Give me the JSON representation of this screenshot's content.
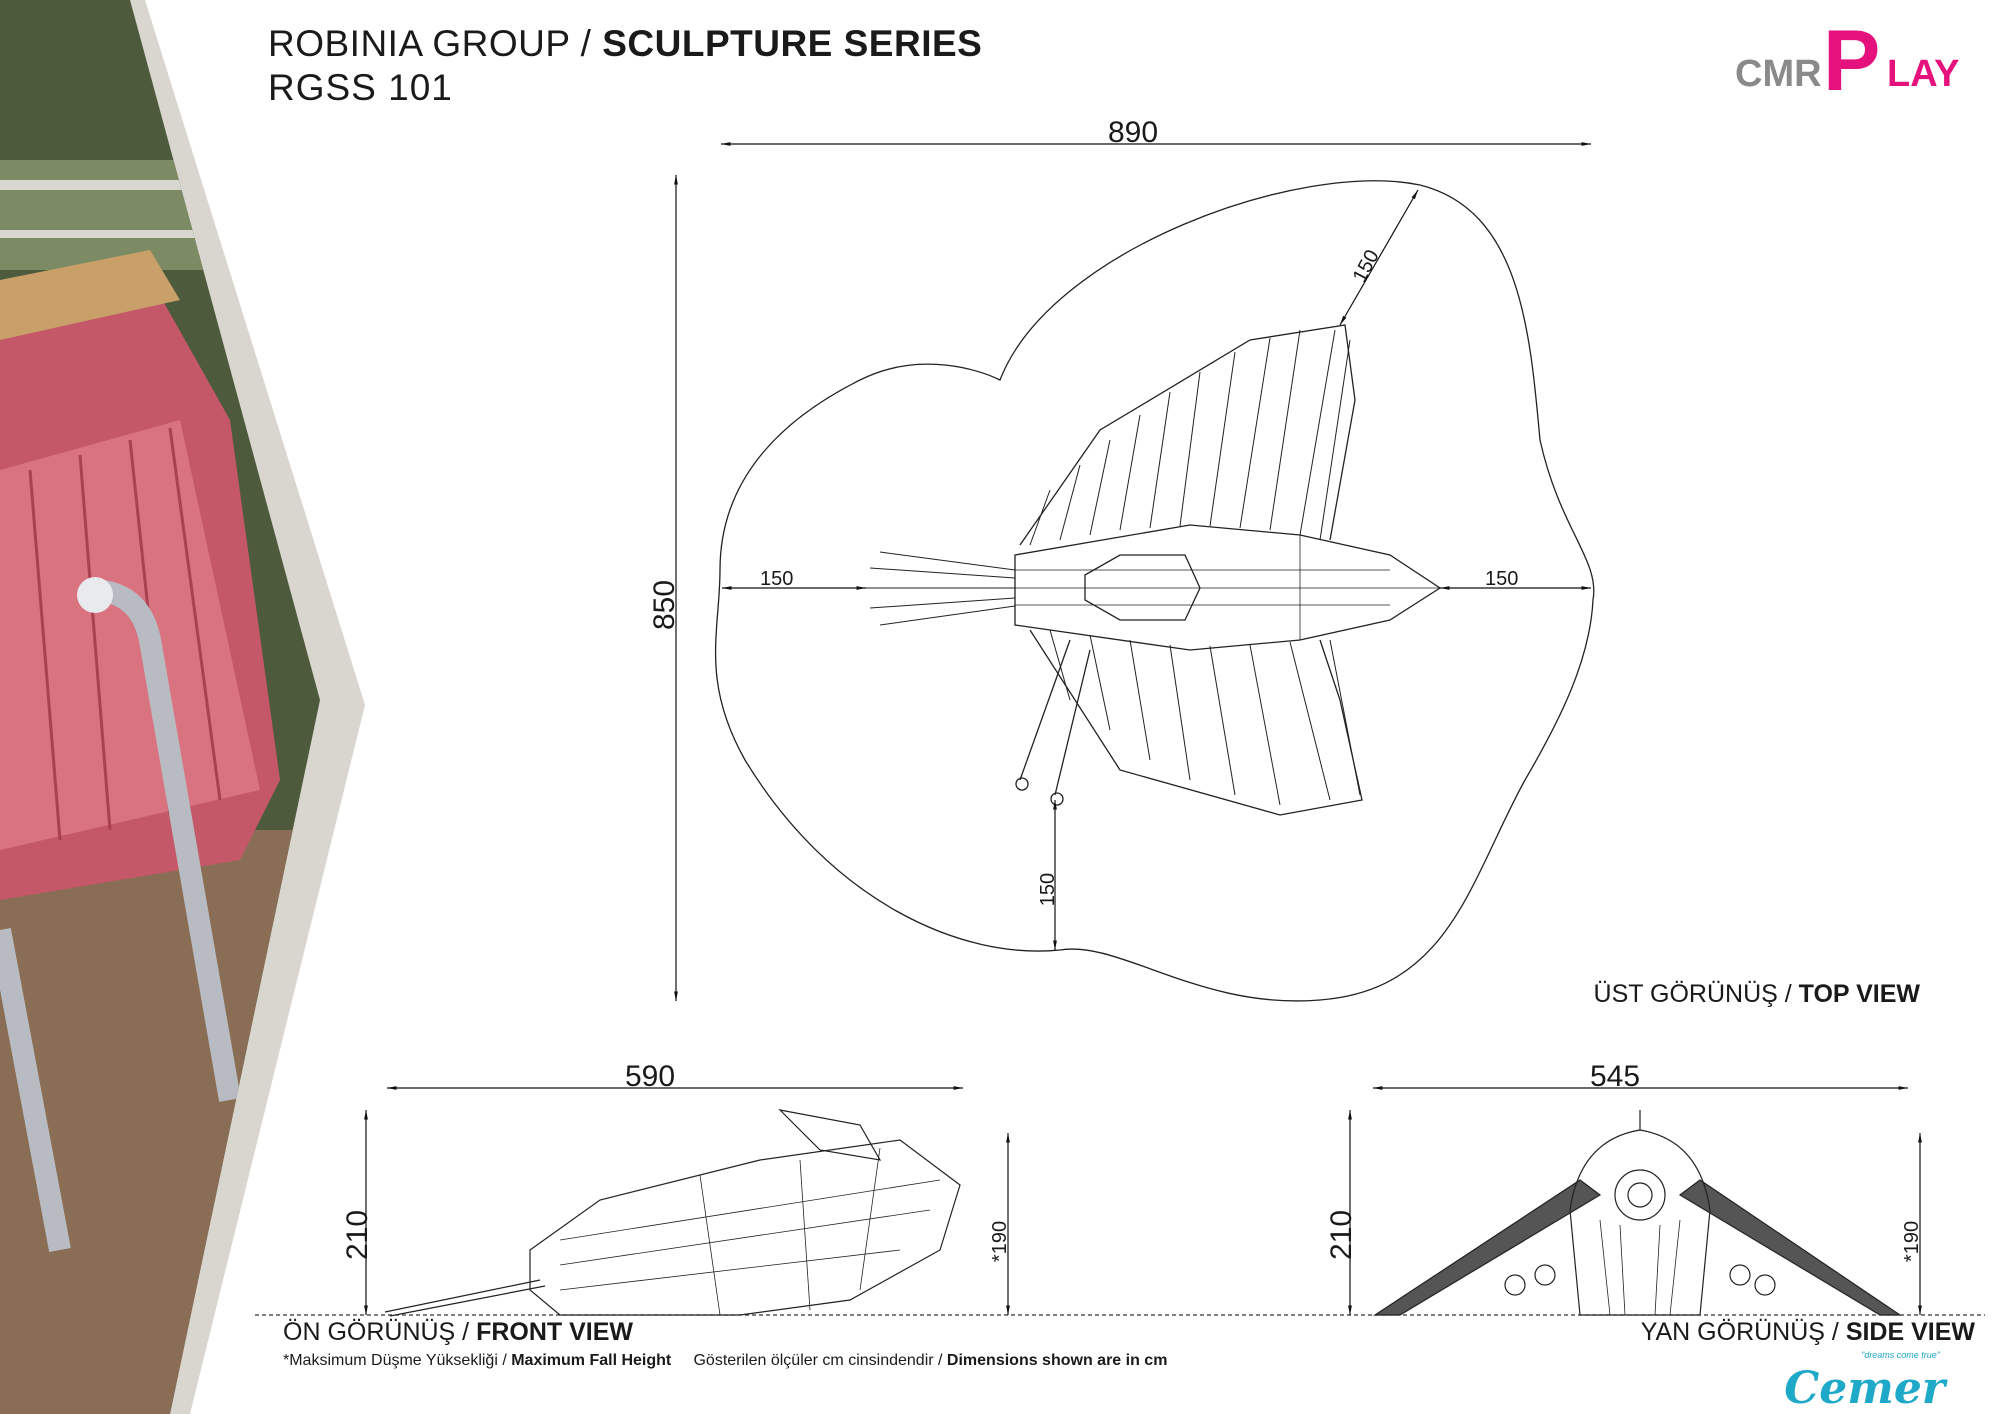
{
  "header": {
    "group": "ROBINIA GROUP",
    "separator": " / ",
    "series": "SCULPTURE SERIES",
    "code": "RGSS 101"
  },
  "logo": {
    "cmr": "CMR",
    "p": "P",
    "lay": "LAY"
  },
  "top_view": {
    "width": "890",
    "depth": "850",
    "clear_left": "150",
    "clear_right": "150",
    "clear_bottom": "150",
    "clear_diag": "150",
    "label_tr": "ÜST GÖRÜNÜŞ",
    "label_en": "TOP VIEW"
  },
  "front_view": {
    "width": "590",
    "height": "210",
    "fall_height": "*190",
    "label_tr": "ÖN GÖRÜNÜŞ",
    "label_en": "FRONT VIEW"
  },
  "side_view": {
    "width": "545",
    "height": "210",
    "fall_height": "*190",
    "label_tr": "YAN GÖRÜNÜŞ",
    "label_en": "SIDE VIEW"
  },
  "footnote": {
    "fall_tr": "*Maksimum Düşme Yüksekliği / ",
    "fall_en": "Maximum Fall Height",
    "dims_tr": "Gösterilen ölçüler cm cinsindendir / ",
    "dims_en": "Dimensions shown are in cm"
  },
  "brand": {
    "name": "Cemer",
    "tagline": "\"dreams come true\"",
    "accent": "#e5127d",
    "secondary": "#1fa9c9"
  }
}
